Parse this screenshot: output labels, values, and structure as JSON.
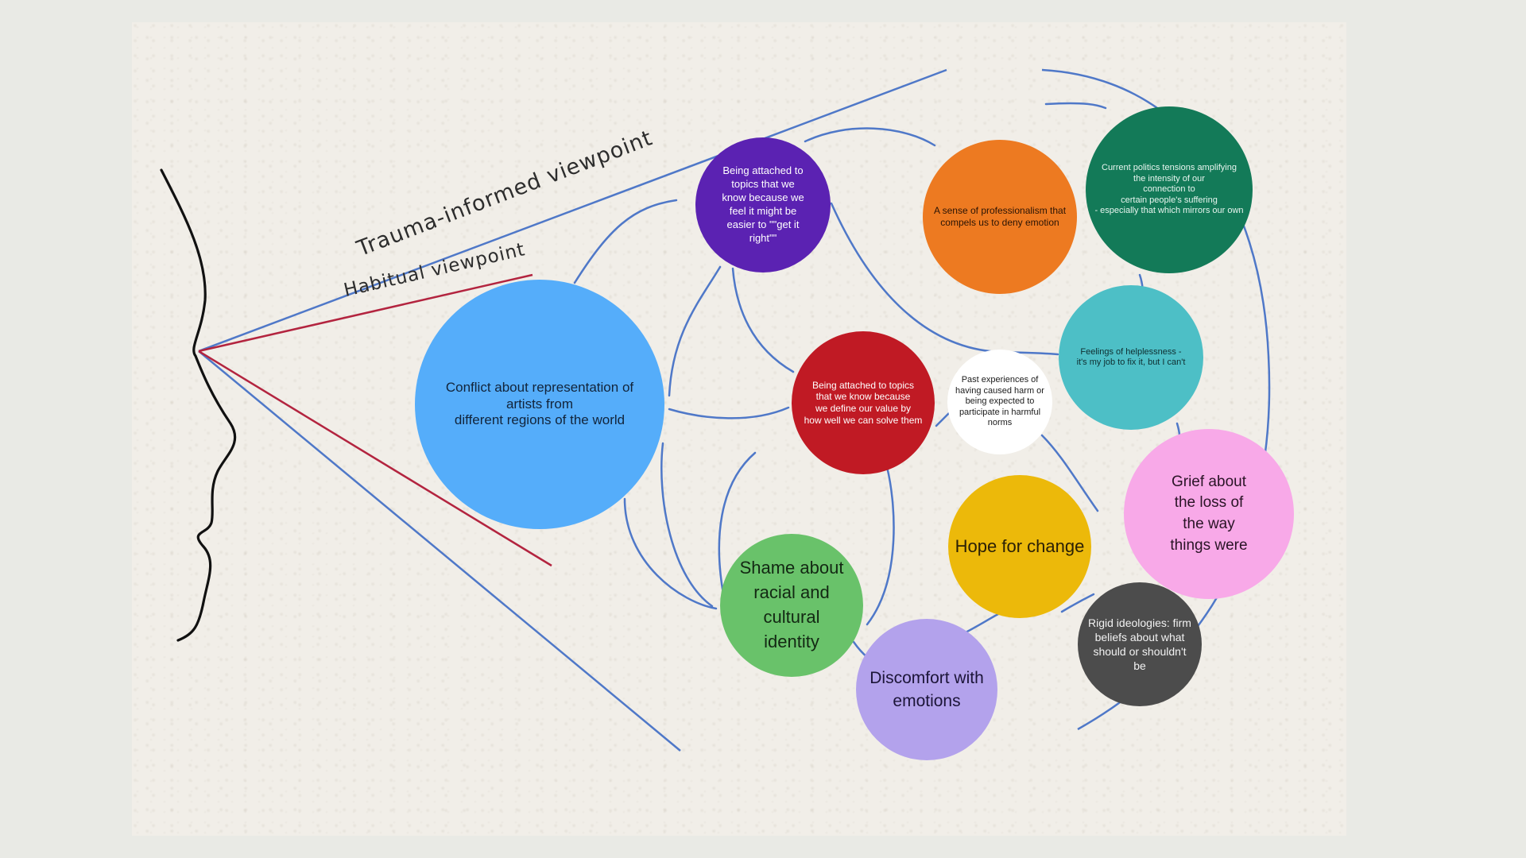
{
  "labels": {
    "trauma": "Trauma-informed viewpoint",
    "habitual": "Habitual viewpoint"
  },
  "nodes": {
    "conflict": "Conflict about representation of\nartists from\n different regions of the world",
    "attached_easier": "Being attached to\ntopics that we\nknow because we\nfeel it might be\neasier to \"\"get it\nright\"\"",
    "professionalism": "A sense of professionalism that\ncompels us to deny emotion",
    "politics": "Current politics tensions amplifying\nthe intensity of our\nconnection to\ncertain people's suffering\n- especially that which mirrors our own",
    "attached_value": "Being attached to topics\nthat we know because\nwe define our value by\nhow well we can solve them",
    "past_experiences": "Past experiences of\nhaving caused harm or\nbeing expected to\nparticipate in harmful\nnorms",
    "helplessness": "Feelings of helplessness -\nit's my job to fix it, but I can't",
    "grief": "Grief about\nthe loss of\nthe way\nthings were",
    "hope": "Hope for change",
    "shame": "Shame about\nracial and\ncultural\nidentity",
    "discomfort": "Discomfort with\nemotions",
    "rigid": "Rigid ideologies: firm\nbeliefs about what\nshould or shouldn't\nbe"
  },
  "colors": {
    "blue_line": "#4f78c8",
    "red_line": "#b3243f",
    "face_line": "#111111",
    "conflict": "#55adfa",
    "attached_easier": "#5b22b2",
    "professionalism": "#ed7a21",
    "politics": "#137a58",
    "attached_value": "#c01a24",
    "past_experiences": "#ffffff",
    "helplessness": "#4dbfc6",
    "grief": "#f8a9e8",
    "hope": "#ecb90a",
    "shame": "#69c26a",
    "discomfort": "#b3a2ec",
    "rigid": "#4c4c4c"
  }
}
